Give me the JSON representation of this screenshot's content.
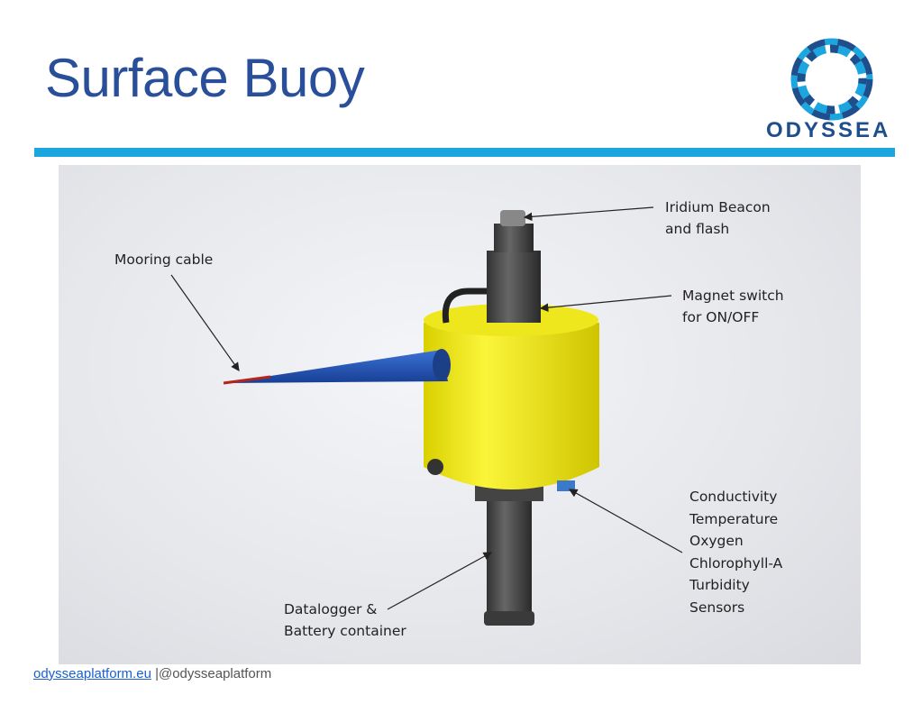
{
  "slide": {
    "title": "Surface Buoy"
  },
  "logo": {
    "name": "ODYSSEA"
  },
  "labels": {
    "beacon": [
      "Iridium Beacon",
      "and flash"
    ],
    "magnet": [
      "Magnet switch",
      "for ON/OFF"
    ],
    "mooring": [
      "Mooring cable"
    ],
    "sensors": [
      "Conductivity",
      "Temperature",
      "Oxygen",
      "Chlorophyll-A",
      "Turbidity",
      "Sensors"
    ],
    "datalogger": [
      "Datalogger &",
      "Battery container"
    ]
  },
  "footer": {
    "link": "odysseaplatform.eu",
    "handle": " |@odysseaplatform"
  },
  "colors": {
    "title": "#2a4f9a",
    "rule": "#1ba6e0",
    "buoy": "#f0ea1a",
    "cone": "#2255b8"
  }
}
